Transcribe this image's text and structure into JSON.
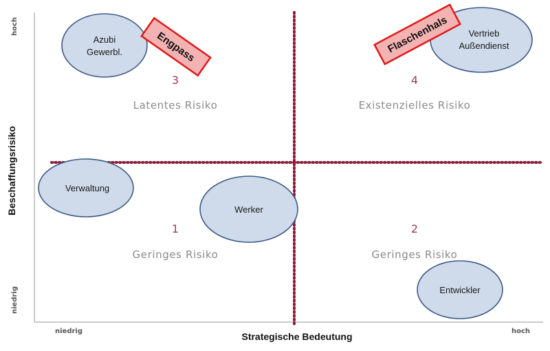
{
  "x_axis": {
    "title": "Strategische Bedeutung",
    "low": "niedrig",
    "high": "hoch"
  },
  "y_axis": {
    "title": "Beschaffungsrisiko",
    "low": "niedrig",
    "high": "hoch"
  },
  "quadrants": {
    "q1": {
      "number": "1",
      "label": "Geringes Risiko"
    },
    "q2": {
      "number": "2",
      "label": "Geringes Risiko"
    },
    "q3": {
      "number": "3",
      "label": "Latentes Risiko"
    },
    "q4": {
      "number": "4",
      "label": "Existenzielles Risiko"
    }
  },
  "bubbles": {
    "azubi": {
      "line1": "Azubi",
      "line2": "Gewerbl."
    },
    "vertrieb": {
      "line1": "Vertrieb",
      "line2": "Außendienst"
    },
    "verwaltung": {
      "label": "Verwaltung"
    },
    "werker": {
      "label": "Werker"
    },
    "entwickler": {
      "label": "Entwickler"
    }
  },
  "tags": {
    "engpass": "Engpass",
    "flaschenhals": "Flaschenhals"
  },
  "colors": {
    "divider": "#8c1d3a",
    "bubble_fill": "#cfdaea",
    "bubble_stroke": "#3d5a86",
    "tag_fill": "#f4b3b3",
    "tag_stroke": "#e01818"
  }
}
